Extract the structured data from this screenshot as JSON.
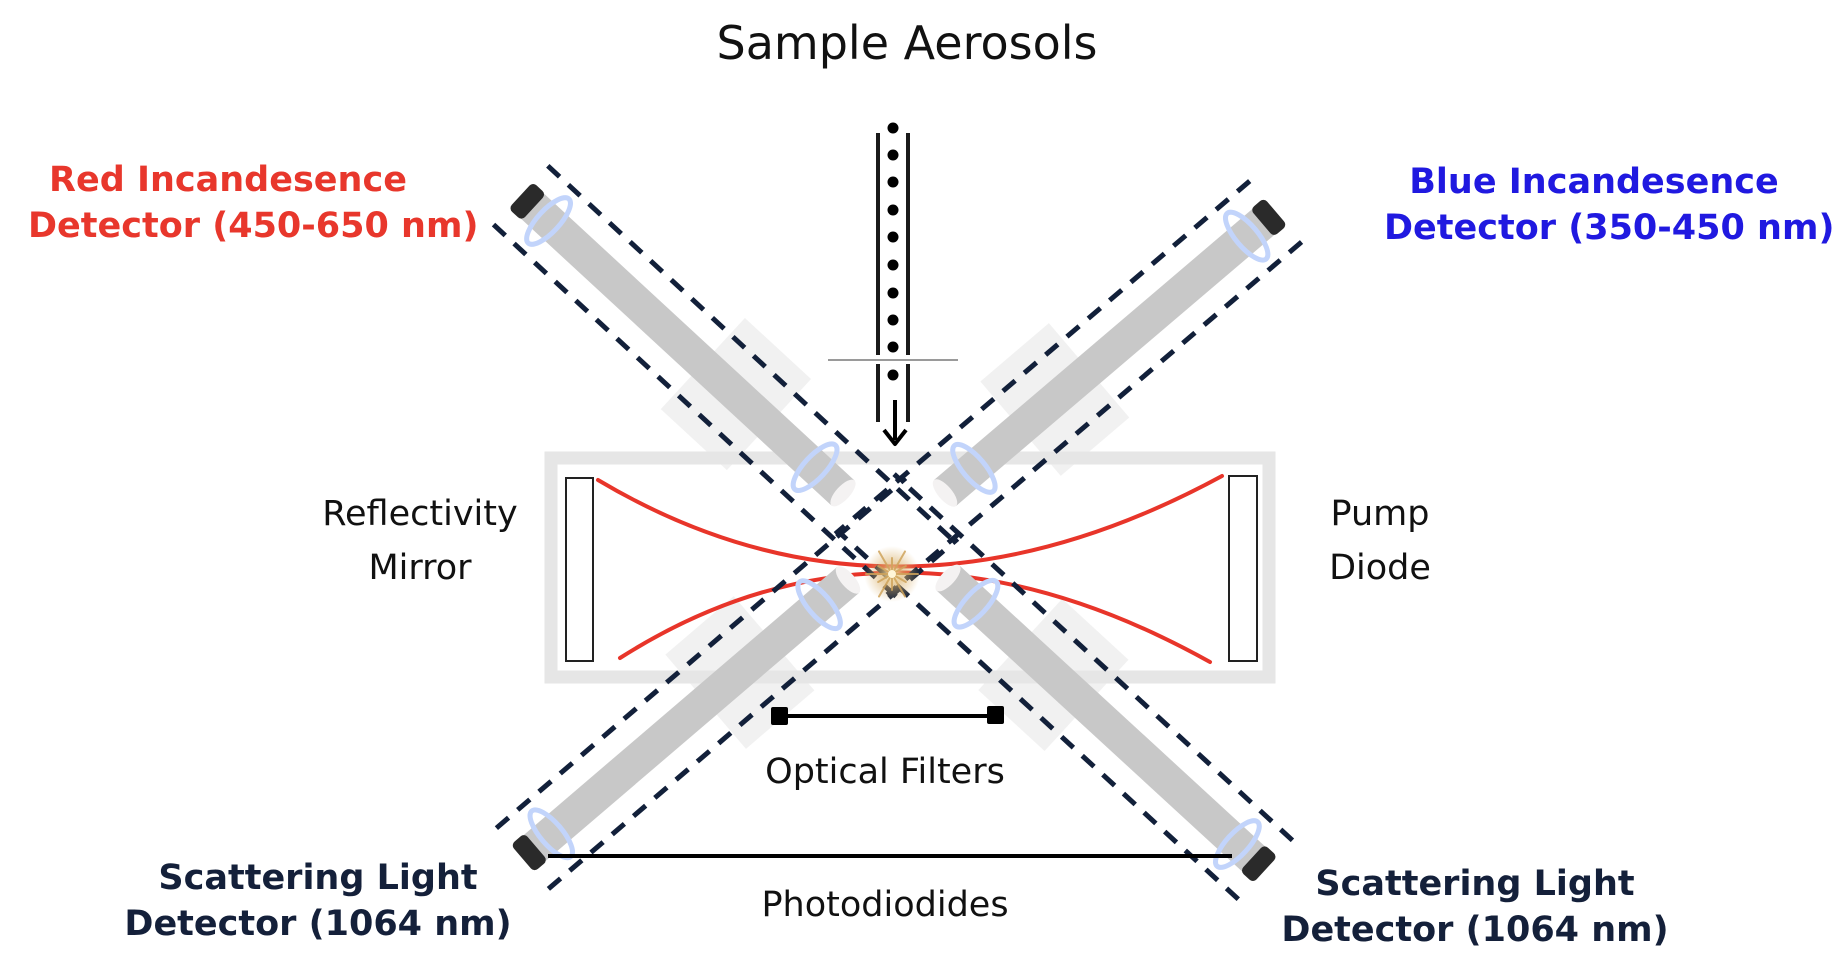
{
  "title": "Sample Aerosols",
  "labels": {
    "red_detector": {
      "line1": "Red Incandesence",
      "line2": "Detector (450-650 nm)"
    },
    "blue_detector": {
      "line1": "Blue Incandesence",
      "line2": "Detector (350-450 nm)"
    },
    "scatter_left": {
      "line1": "Scattering Light",
      "line2": "Detector (1064 nm)"
    },
    "scatter_right": {
      "line1": "Scattering Light",
      "line2": "Detector (1064 nm)"
    },
    "reflectivity_mirror": {
      "line1": "Reflectivity",
      "line2": "Mirror"
    },
    "pump_diode": {
      "line1": "Pump",
      "line2": "Diode"
    },
    "optical_filters": "Optical Filters",
    "photodiodes": "Photodiodides"
  },
  "colors": {
    "red_label": "#e8372c",
    "blue_label": "#2019e0",
    "scatter_label": "#14203a",
    "laser_beam": "#e8352a",
    "tube": "#c8c8c8",
    "tube_cap": "#2a2a2a",
    "ring": "#c2d4fb",
    "dash": "#12203a",
    "cavity": "#e6e6e6",
    "prism": "#efefef"
  },
  "aerosol_particle_count": 10
}
